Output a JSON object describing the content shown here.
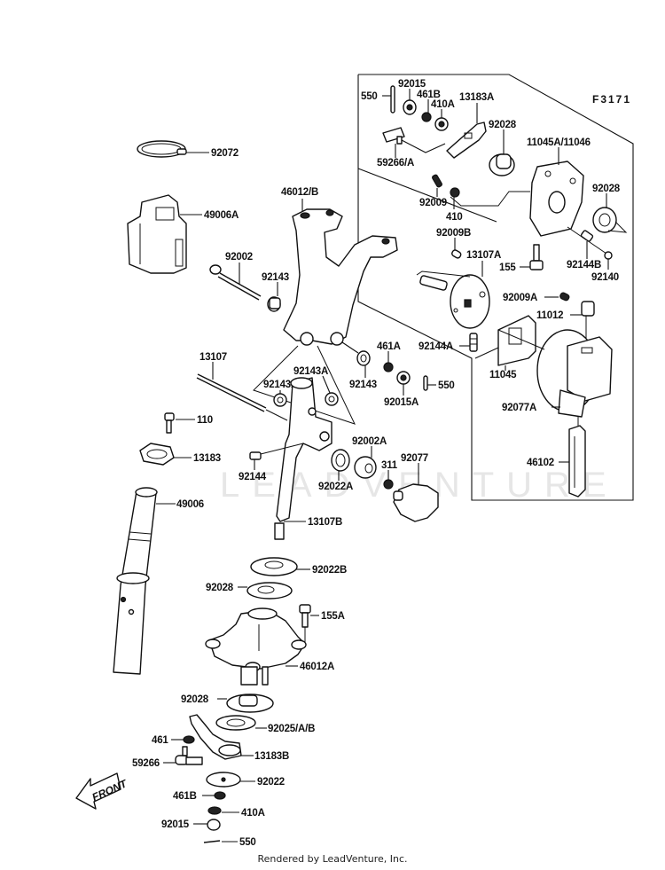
{
  "diagram": {
    "figure_code": "F3171",
    "watermark": "LEADVENTURE",
    "front_arrow_label": "FRONT",
    "footer": "Rendered by LeadVenture, Inc.",
    "labels": {
      "p550_top": "550",
      "p92015_top": "92015",
      "p461B_top": "461B",
      "p410A_top": "410A",
      "p13183A": "13183A",
      "p59266A": "59266/A",
      "p92028_a": "92028",
      "p11045A": "11045A/11046",
      "p92028_b": "92028",
      "p92009": "92009",
      "p410": "410",
      "p92009B": "92009B",
      "p13107A": "13107A",
      "p155": "155",
      "p92144B": "92144B",
      "p92140": "92140",
      "p92009A": "92009A",
      "p11012": "11012",
      "p92144A": "92144A",
      "p11045": "11045",
      "p92077A": "92077A",
      "p46102": "46102",
      "p92072": "92072",
      "p49006A": "49006A",
      "p46012B": "46012/B",
      "p92002": "92002",
      "p92143_left": "92143",
      "p461A": "461A",
      "p92143_right": "92143",
      "p550_mid": "550",
      "p92015A": "92015A",
      "p13107": "13107",
      "p92143A_left": "92143A",
      "p92143A_right": "92143A",
      "p110": "110",
      "p13183": "13183",
      "p92144": "92144",
      "p92002A": "92002A",
      "p311": "311",
      "p92077": "92077",
      "p92022A": "92022A",
      "p49006": "49006",
      "p13107B": "13107B",
      "p92022B": "92022B",
      "p92028_c": "92028",
      "p155A": "155A",
      "p46012A": "46012A",
      "p92028_d": "92028",
      "p92025AB": "92025/A/B",
      "p461": "461",
      "p13183B": "13183B",
      "p59266": "59266",
      "p92022": "92022",
      "p461B_bot": "461B",
      "p410A_bot": "410A",
      "p92015_bot": "92015",
      "p550_bot": "550"
    }
  }
}
